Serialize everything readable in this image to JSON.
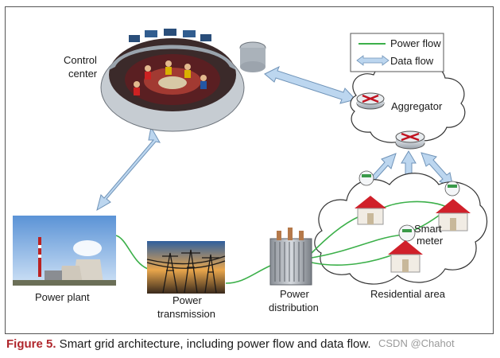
{
  "labels": {
    "control_center": [
      "Control",
      "center"
    ],
    "power_plant": "Power plant",
    "power_transmission": [
      "Power",
      "transmission"
    ],
    "power_distribution": [
      "Power",
      "distribution"
    ],
    "residential_area": "Residential area",
    "smart_meter": [
      "Smart",
      "meter"
    ],
    "aggregator": "Aggregator"
  },
  "legend": {
    "power_flow": "Power flow",
    "data_flow": "Data flow"
  },
  "caption": {
    "figure": "Figure 5.",
    "text": " Smart grid architecture, including power flow and data flow."
  },
  "watermark": "CSDN @Chahot",
  "colors": {
    "power_flow": "#3cb04a",
    "data_flow": "#a9c9e8",
    "house_roof": "#d0202a"
  }
}
